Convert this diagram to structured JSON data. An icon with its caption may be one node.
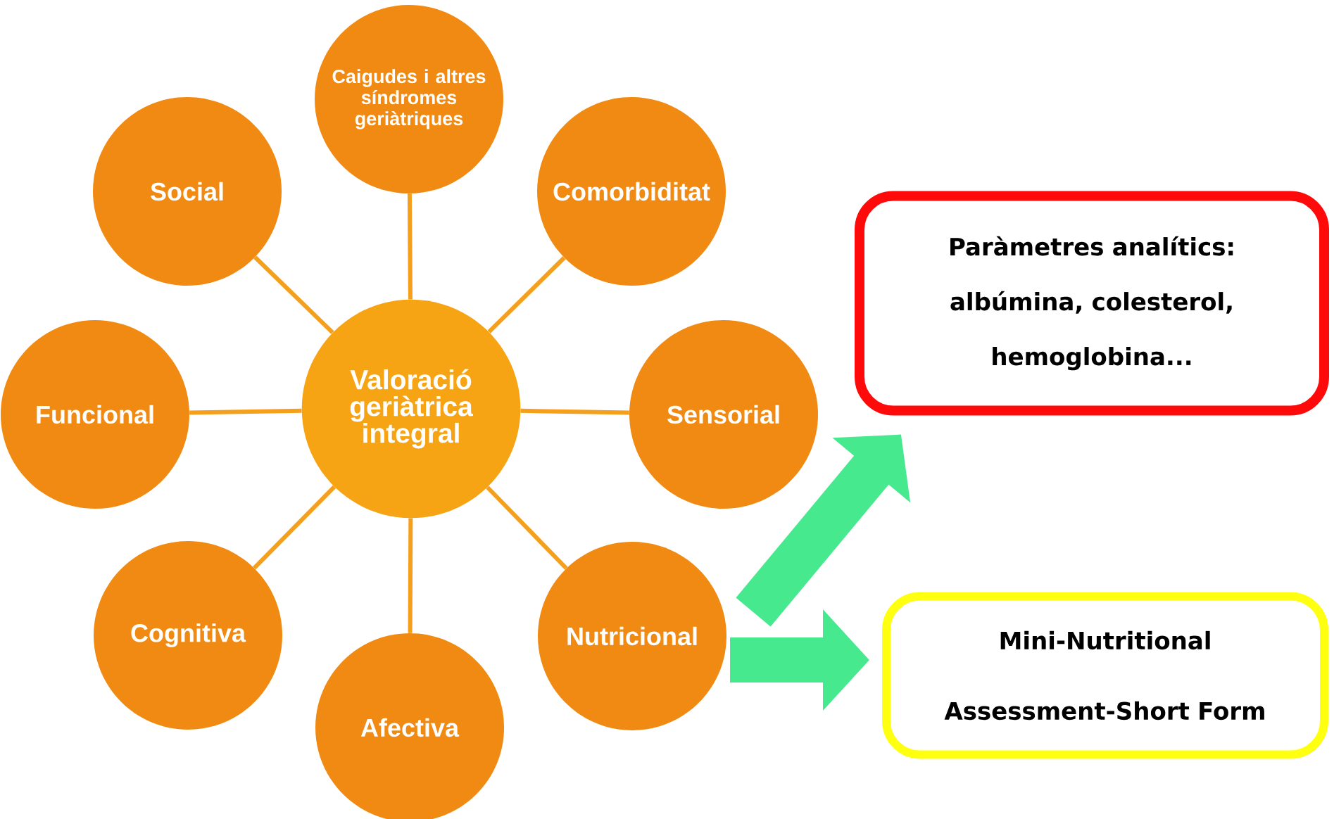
{
  "diagram": {
    "nodes": [
      {
        "text": [
          "Valoració geriàtrica integral"
        ]
      },
      {
        "text": [
          "Caigudes i altres síndromes geriàtriques"
        ]
      },
      {
        "text": [
          "Social"
        ]
      },
      {
        "text": [
          "Comorbiditat"
        ]
      },
      {
        "text": [
          "Funcional"
        ]
      },
      {
        "text": [
          "Sensorial"
        ]
      },
      {
        "text": [
          "Cognitiva"
        ]
      },
      {
        "text": [
          "Afectiva"
        ]
      },
      {
        "text": [
          "Nutricional"
        ]
      },
      {
        "text": [
          "Paràmetres analítics: albúmina, colesterol, hemoglobina..."
        ]
      },
      {
        "text": [
          "Mini-Nutritional Assessment-Short Form"
        ]
      }
    ],
    "edges": [
      {
        "from": 0,
        "to": 1,
        "arrow": "none"
      },
      {
        "from": 0,
        "to": 2,
        "arrow": "none"
      },
      {
        "from": 0,
        "to": 3,
        "arrow": "none"
      },
      {
        "from": 0,
        "to": 4,
        "arrow": "none"
      },
      {
        "from": 0,
        "to": 5,
        "arrow": "none"
      },
      {
        "from": 0,
        "to": 6,
        "arrow": "none"
      },
      {
        "from": 0,
        "to": 7,
        "arrow": "none"
      },
      {
        "from": 0,
        "to": 8,
        "arrow": "none"
      },
      {
        "from": 8,
        "to": 9,
        "arrow": "to",
        "style": "thick",
        "color": "#46e98e"
      },
      {
        "from": 8,
        "to": 10,
        "arrow": "to",
        "style": "thick",
        "color": "#46e98e"
      }
    ]
  }
}
